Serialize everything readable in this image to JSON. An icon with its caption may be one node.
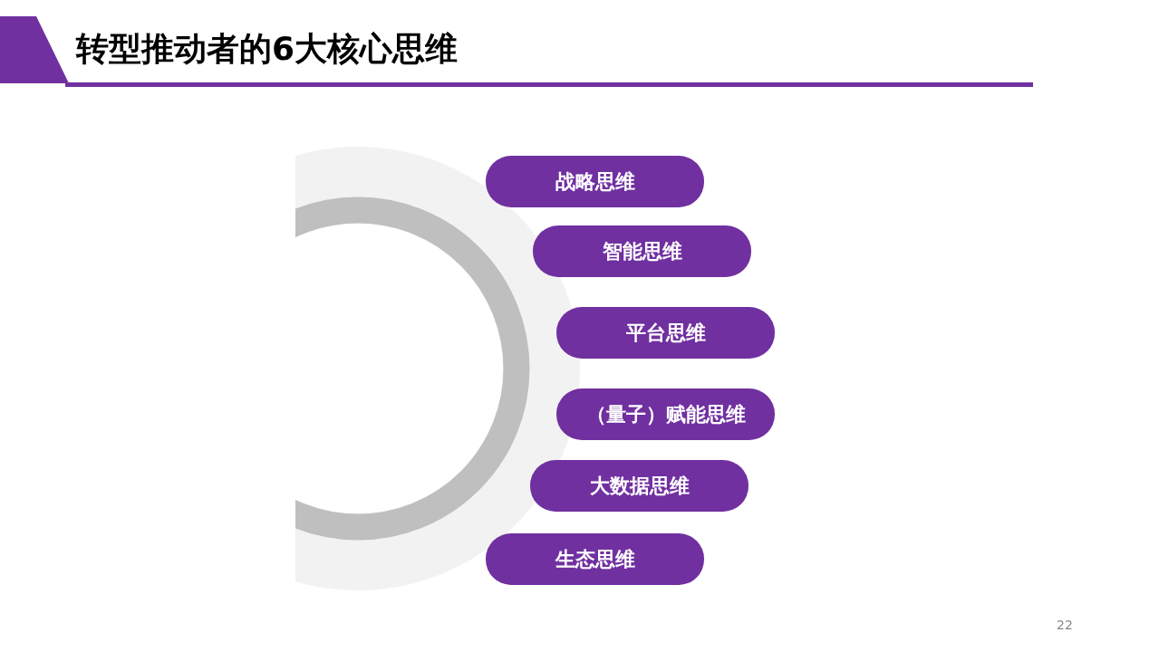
{
  "diagram": {
    "title": "转型推动者的6大核心思维",
    "nodes": [
      {
        "text": [
          "战略思维"
        ]
      },
      {
        "text": [
          "智能思维"
        ]
      },
      {
        "text": [
          "平台思维"
        ]
      },
      {
        "text": [
          "（量子）赋能思维"
        ]
      },
      {
        "text": [
          "大数据思维"
        ]
      },
      {
        "text": [
          "生态思维"
        ]
      }
    ],
    "labels": [
      "22"
    ]
  }
}
